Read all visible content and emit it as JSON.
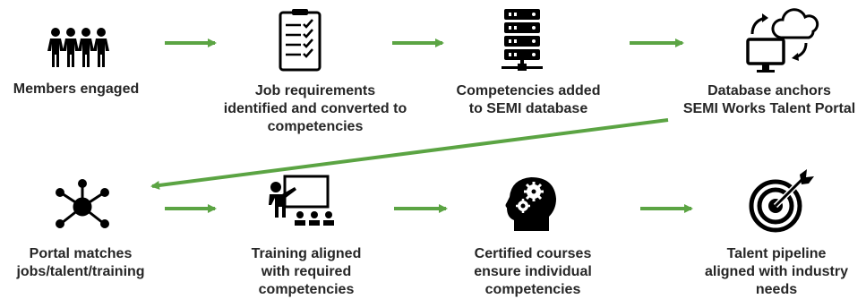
{
  "colors": {
    "arrow": "#5ba443",
    "icon": "#000000",
    "text": "#262626"
  },
  "steps": [
    {
      "icon": "people-group-icon",
      "label": [
        "Members engaged"
      ]
    },
    {
      "icon": "checklist-icon",
      "label": [
        "Job requirements",
        "identified and converted to",
        "competencies"
      ]
    },
    {
      "icon": "database-server-icon",
      "label": [
        "Competencies added",
        "to SEMI database"
      ]
    },
    {
      "icon": "cloud-monitor-sync-icon",
      "label": [
        "Database anchors",
        "SEMI Works Talent Portal"
      ]
    },
    {
      "icon": "network-hub-icon",
      "label": [
        "Portal matches",
        "jobs/talent/training"
      ]
    },
    {
      "icon": "classroom-teacher-icon",
      "label": [
        "Training aligned",
        "with required",
        "competencies"
      ]
    },
    {
      "icon": "head-gears-icon",
      "label": [
        "Certified courses",
        "ensure individual",
        "competencies"
      ]
    },
    {
      "icon": "target-dart-icon",
      "label": [
        "Talent pipeline",
        "aligned with industry",
        "needs"
      ]
    }
  ]
}
